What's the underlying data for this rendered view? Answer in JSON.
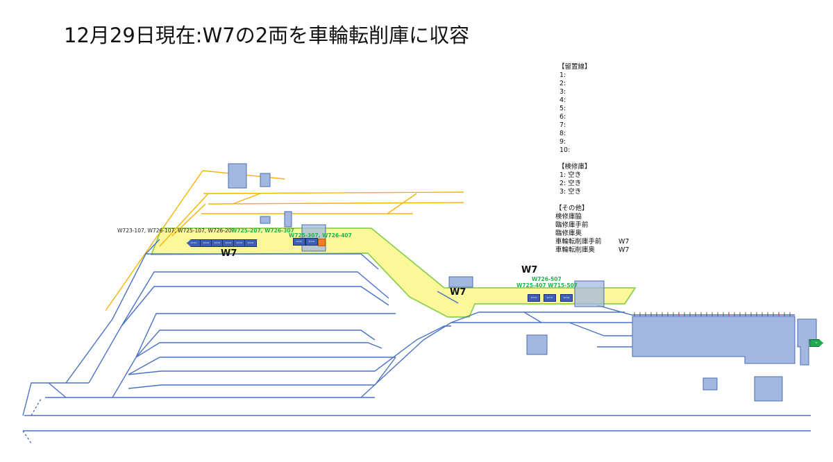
{
  "title": "12月29日現在:W7の2両を車輪転削庫に収容",
  "legend": {
    "tracks_header": "【留置線】",
    "tracks": [
      "1:",
      "2:",
      "3:",
      "4:",
      "5:",
      "6:",
      "7:",
      "8:",
      "9:",
      "10:"
    ],
    "inspection_header": "【検修庫】",
    "inspection": [
      "1: 空き",
      "2: 空き",
      "3: 空き"
    ],
    "other_header": "【その他】",
    "other": [
      {
        "label": "検修庫脇",
        "value": ""
      },
      {
        "label": "臨修庫手前",
        "value": ""
      },
      {
        "label": "臨修庫奥",
        "value": ""
      },
      {
        "label": "車輪転削庫手前",
        "value": "W7"
      },
      {
        "label": "車輪転削庫奥",
        "value": "W7"
      }
    ]
  },
  "labels": {
    "upper_black": "W723-107, W726-107, W725-107, W726-207",
    "upper_green": "W725-207, W726-307",
    "upper_green_2": "W725-307, W726-407",
    "w7_upper": "W7",
    "w7_middle": "W7",
    "w7_right": "W7",
    "right_green_1": "W726-507",
    "right_green_2": "W725-407  W715-507"
  },
  "colors": {
    "track": "#4a72c4",
    "siding": "#f5b400",
    "highlight_fill": "#faf47a",
    "highlight_stroke": "#8fd14f",
    "building": "#a3b8e0",
    "building_stroke": "#4a6bb0",
    "car": "#3f5fb7",
    "label_green": "#22b24c"
  }
}
